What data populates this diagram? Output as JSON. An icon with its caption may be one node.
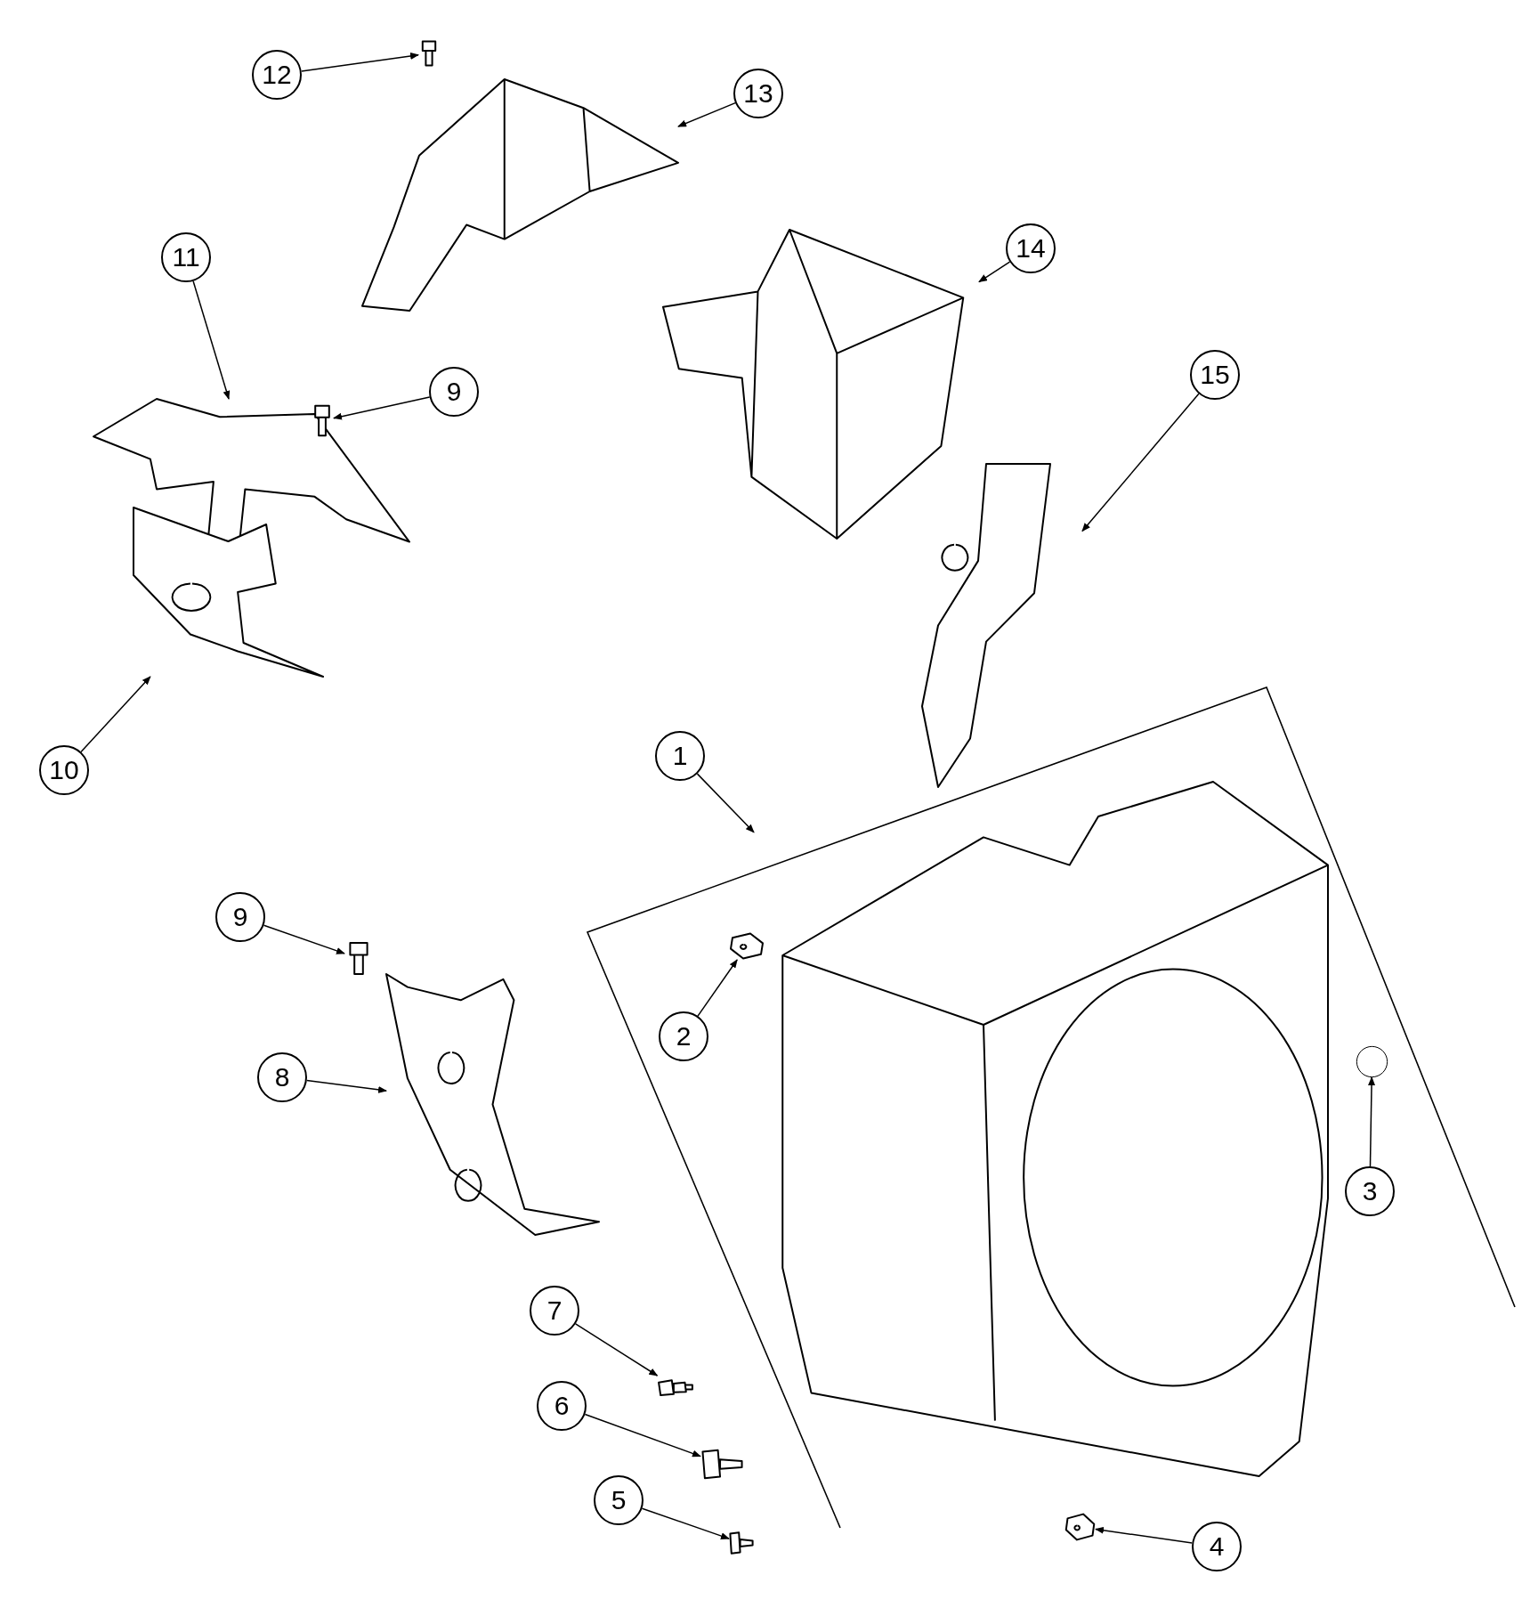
{
  "diagram": {
    "nodes": [
      {
        "text": [
          "12"
        ]
      },
      {
        "text": [],
        "shape": "bolt"
      },
      {
        "text": [
          "13"
        ]
      },
      {
        "text": [],
        "shape": "picture"
      },
      {
        "text": [
          "11"
        ]
      },
      {
        "text": [],
        "shape": "picture"
      },
      {
        "text": [
          "14"
        ]
      },
      {
        "text": [],
        "shape": "picture"
      },
      {
        "text": [
          "9"
        ]
      },
      {
        "text": [],
        "shape": "bolt"
      },
      {
        "text": [
          "15"
        ]
      },
      {
        "text": [],
        "shape": "picture"
      },
      {
        "text": [
          "10"
        ]
      },
      {
        "text": [],
        "shape": "picture"
      },
      {
        "text": [
          "1"
        ]
      },
      {
        "text": [],
        "shape": "picture"
      },
      {
        "text": [
          "9"
        ]
      },
      {
        "text": [],
        "shape": "bolt"
      },
      {
        "text": [
          "2"
        ]
      },
      {
        "text": [],
        "shape": "picture"
      },
      {
        "text": [
          "8"
        ]
      },
      {
        "text": [],
        "shape": "picture"
      },
      {
        "text": [
          "3"
        ]
      },
      {
        "text": [],
        "shape": "circle"
      },
      {
        "text": [
          "7"
        ]
      },
      {
        "text": [],
        "shape": "picture"
      },
      {
        "text": [
          "6"
        ]
      },
      {
        "text": [],
        "shape": "picture"
      },
      {
        "text": [
          "5"
        ]
      },
      {
        "text": [],
        "shape": "picture"
      },
      {
        "text": [
          "4"
        ]
      },
      {
        "text": [],
        "shape": "picture"
      }
    ],
    "edges": [
      {
        "from": 0,
        "to": 1,
        "arrow": "to"
      },
      {
        "from": 2,
        "to": 3,
        "arrow": "to"
      },
      {
        "from": 4,
        "to": 5,
        "arrow": "to"
      },
      {
        "from": 6,
        "to": 7,
        "arrow": "to"
      },
      {
        "from": 8,
        "to": 9,
        "arrow": "to"
      },
      {
        "from": 10,
        "to": 11,
        "arrow": "to"
      },
      {
        "from": 12,
        "to": 13,
        "arrow": "to"
      },
      {
        "from": 14,
        "to": 15,
        "arrow": "to"
      },
      {
        "from": 16,
        "to": 17,
        "arrow": "to"
      },
      {
        "from": 18,
        "to": 19,
        "arrow": "to"
      },
      {
        "from": 20,
        "to": 21,
        "arrow": "to"
      },
      {
        "from": 22,
        "to": 23,
        "arrow": "to"
      },
      {
        "from": 24,
        "to": 25,
        "arrow": "to"
      },
      {
        "from": 26,
        "to": 27,
        "arrow": "to"
      },
      {
        "from": 28,
        "to": 29,
        "arrow": "to"
      },
      {
        "from": 30,
        "to": 31,
        "arrow": "to"
      }
    ]
  }
}
